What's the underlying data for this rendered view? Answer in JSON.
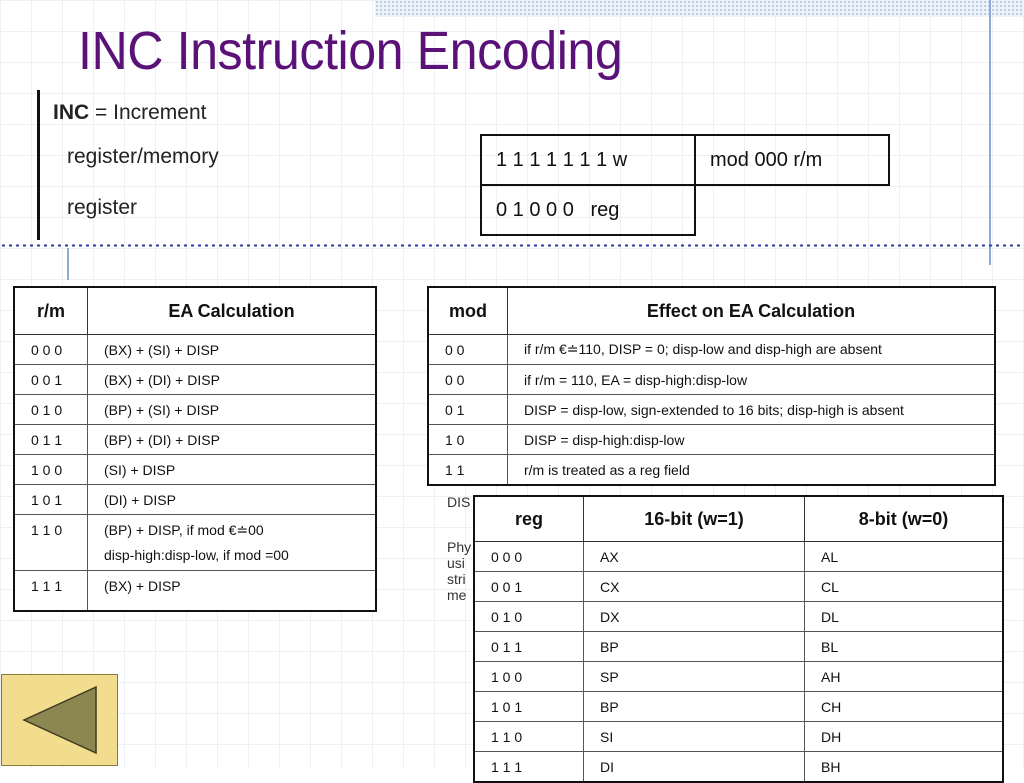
{
  "title": "INC Instruction Encoding",
  "intro": {
    "abbrev": "INC",
    "rest": " = Increment"
  },
  "forms": [
    {
      "label": "register/memory",
      "bits": "1 1 1 1 1 1 1 w",
      "extra": "mod 000 r/m"
    },
    {
      "label": "register",
      "bits": "0 1 0 0 0   reg"
    }
  ],
  "ea_table": {
    "headers": [
      "r/m",
      "EA Calculation"
    ],
    "rows": [
      {
        "rm": "0 0 0",
        "ea": "(BX) + (SI) + DISP"
      },
      {
        "rm": "0 0 1",
        "ea": "(BX) + (DI) + DISP"
      },
      {
        "rm": "0 1 0",
        "ea": "(BP) + (SI) + DISP"
      },
      {
        "rm": "0 1 1",
        "ea": "(BP) + (DI) + DISP"
      },
      {
        "rm": "1 0 0",
        "ea": "(SI) + DISP"
      },
      {
        "rm": "1 0 1",
        "ea": "(DI) + DISP"
      },
      {
        "rm": "1 1 0",
        "ea": "(BP) + DISP, if mod €≐00",
        "ea2": "disp-high:disp-low, if mod =00"
      },
      {
        "rm": "1 1 1",
        "ea": "(BX) + DISP"
      }
    ]
  },
  "mod_table": {
    "headers": [
      "mod",
      "Effect on EA Calculation"
    ],
    "rows": [
      {
        "mod": "0 0",
        "effect": "if r/m €≐110, DISP = 0; disp-low and disp-high are absent"
      },
      {
        "mod": "0 0",
        "effect": "if r/m = 110, EA = disp-high:disp-low"
      },
      {
        "mod": "0 1",
        "effect": "DISP = disp-low, sign-extended to 16 bits; disp-high is absent"
      },
      {
        "mod": "1 0",
        "effect": "DISP = disp-high:disp-low"
      },
      {
        "mod": "1 1",
        "effect": "r/m is treated as a reg field"
      }
    ]
  },
  "occluded_text": {
    "line1": "DIS",
    "lines": [
      "Phy",
      "usi",
      "stri",
      "me"
    ]
  },
  "reg_table": {
    "headers": [
      "reg",
      "16-bit (w=1)",
      "8-bit (w=0)"
    ],
    "rows": [
      {
        "reg": "0 0 0",
        "w1": "AX",
        "w0": "AL"
      },
      {
        "reg": "0 0 1",
        "w1": "CX",
        "w0": "CL"
      },
      {
        "reg": "0 1 0",
        "w1": "DX",
        "w0": "DL"
      },
      {
        "reg": "0 1 1",
        "w1": "BP",
        "w0": "BL"
      },
      {
        "reg": "1 0 0",
        "w1": "SP",
        "w0": "AH"
      },
      {
        "reg": "1 0 1",
        "w1": "BP",
        "w0": "CH"
      },
      {
        "reg": "1 1 0",
        "w1": "SI",
        "w0": "DH"
      },
      {
        "reg": "1 1 1",
        "w1": "DI",
        "w0": "BH"
      }
    ]
  },
  "nav": {
    "icon": "back-arrow-icon"
  }
}
